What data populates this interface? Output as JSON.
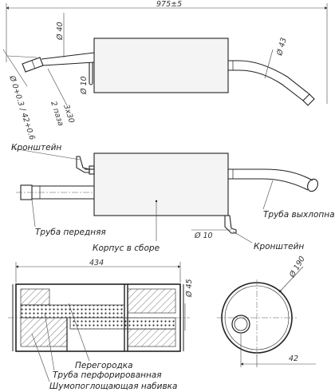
{
  "dimensions": {
    "overall_length": "975±5",
    "front_pipe_dia": "Ø 40",
    "rear_pipe_dia": "Ø 43",
    "hanger_dia_top": "Ø 10",
    "inlet_dia": "Ø 0+0.3 / 42+0.6",
    "slots": "2 паза",
    "slot_size": "3x30",
    "hanger_dia_mid": "Ø 10",
    "body_length": "434",
    "perforated_dia": "Ø 45",
    "body_dia": "Ø 190",
    "offset": "42"
  },
  "labels": {
    "bracket_top": "Кронштейн",
    "front_pipe": "Труба передняя",
    "exhaust_pipe": "Труба выхлопная",
    "body_assembly": "Корпус в сборе",
    "bracket_bottom": "Кронштейн",
    "partition": "Перегородка",
    "perforated_pipe": "Труба перфорированная",
    "sound_packing": "Шумопоглощающая набивка"
  }
}
